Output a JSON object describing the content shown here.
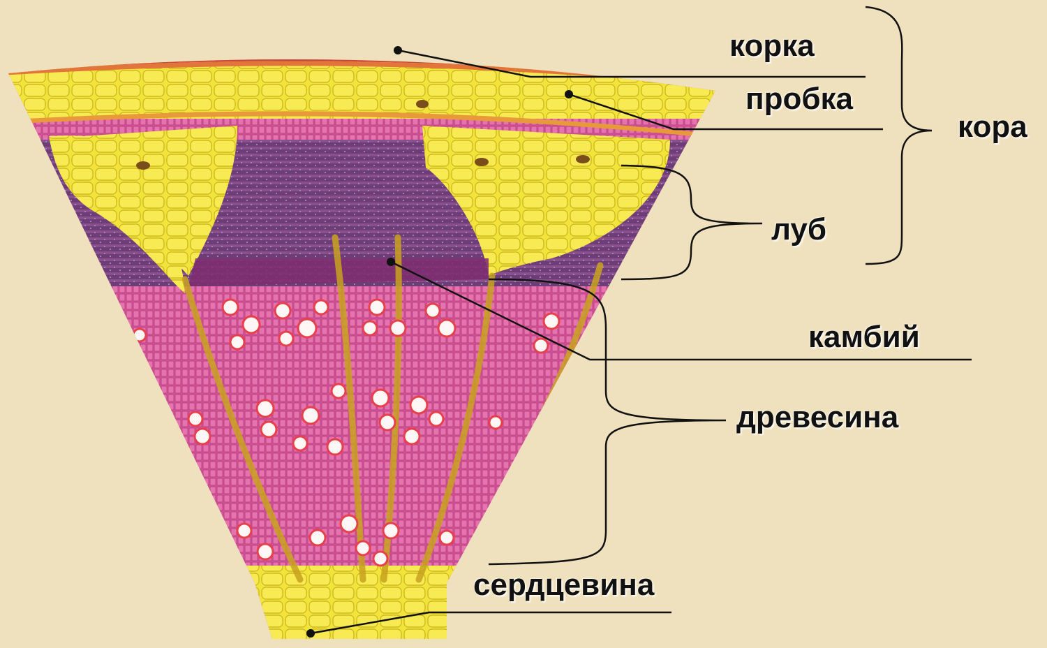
{
  "labels": {
    "korka": "корка",
    "probka": "пробка",
    "kora": "кора",
    "lub": "луб",
    "kambiy": "камбий",
    "drevesina": "древесина",
    "serdtsevina": "сердцевина"
  },
  "colors": {
    "background": "#efe1bd",
    "bark": "#c9483e",
    "parenchyma": "#f2e33a",
    "phloem_dark": "#6e3d78",
    "wood": "#d9569a",
    "vessels": "#ffffff",
    "rays": "#c8a21e",
    "lines": "#111111"
  }
}
